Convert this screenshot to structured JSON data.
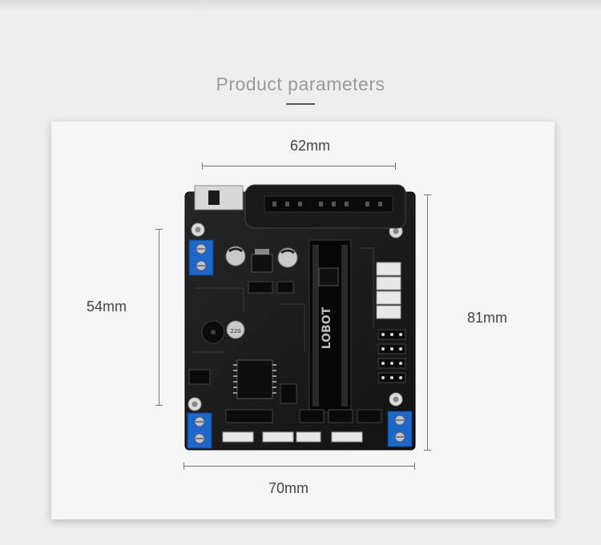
{
  "title": "Product parameters",
  "dimensions": {
    "top_width": "62mm",
    "left_height": "54mm",
    "right_height": "81mm",
    "bottom_width": "70mm"
  },
  "board": {
    "logo_text": "LOBOT",
    "capacitor_label": "220"
  },
  "colors": {
    "pcb": "#1c1c1c",
    "terminal_blue": "#1f66c9",
    "connector_white": "#e8e8e8",
    "background": "#eeeeee"
  }
}
